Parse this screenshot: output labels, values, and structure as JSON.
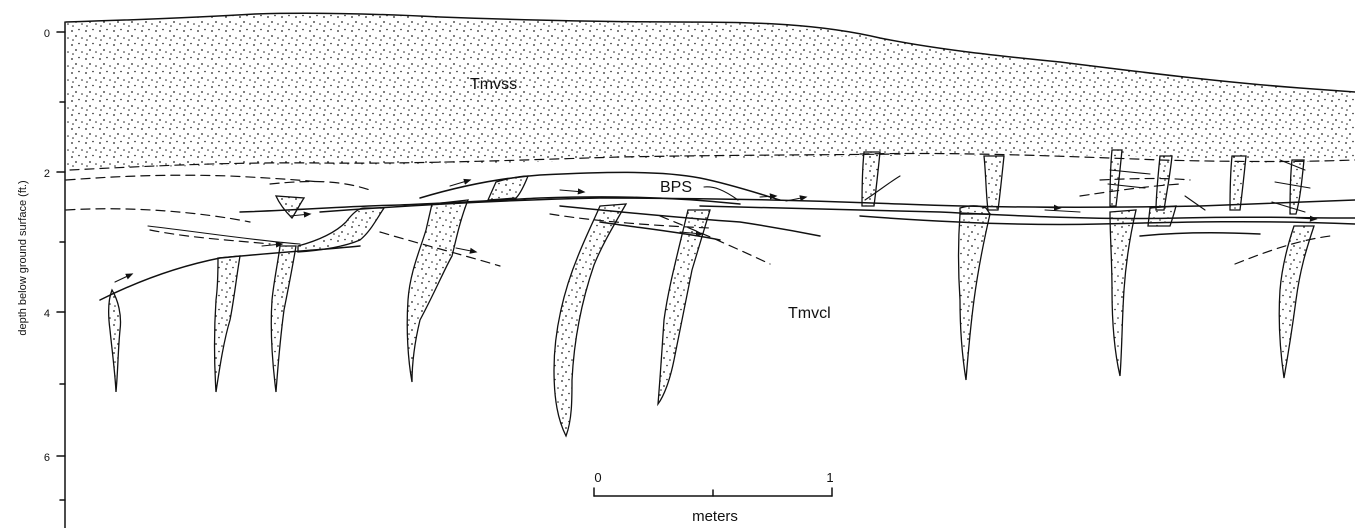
{
  "figure": {
    "units": {
      "labels": {
        "upper": "Tmvss",
        "lower": "Tmvcl",
        "surface": "BPS"
      }
    },
    "axis": {
      "label": "depth below ground surface (ft.)",
      "ticks": [
        "0",
        "2",
        "4",
        "6"
      ]
    },
    "scale_bar": {
      "start": "0",
      "end": "1",
      "unit": "meters"
    }
  }
}
